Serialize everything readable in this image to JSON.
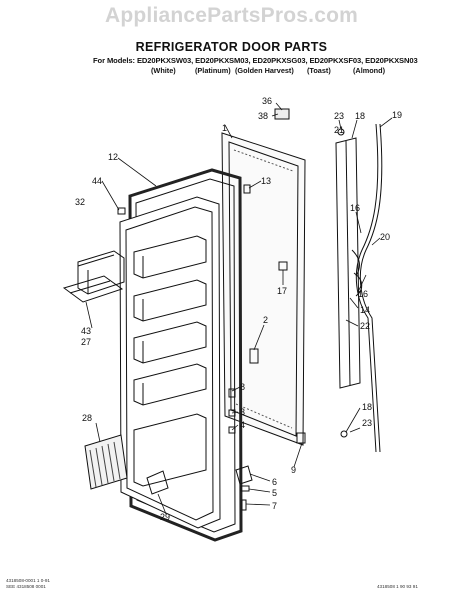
{
  "watermark": "AppliancePartsPros.com",
  "diagram": {
    "title": "REFRIGERATOR DOOR PARTS",
    "models_line": "For Models: ED20PKXSW03, ED20PKXSM03, ED20PKXSG03, ED20PKXSF03, ED20PKXSN03",
    "variants": [
      "(White)",
      "(Platinum)",
      "(Golden Harvest)",
      "(Toast)",
      "(Almond)"
    ]
  },
  "callouts": {
    "c36": "36",
    "c38": "38",
    "c1": "1",
    "c23a": "23",
    "c18a": "18",
    "c19": "19",
    "c21": "21",
    "c12": "12",
    "c13": "13",
    "c44": "44",
    "c32": "32",
    "c16a": "16",
    "c20": "20",
    "c17": "17",
    "c16b": "16",
    "c14": "14",
    "c22": "22",
    "c2": "2",
    "c43": "43",
    "c27": "27",
    "c8": "8",
    "c3": "3",
    "c4": "4",
    "c18b": "18",
    "c23b": "23",
    "c28": "28",
    "c9": "9",
    "c6": "6",
    "c5": "5",
    "c7": "7",
    "c29": "29"
  },
  "footer": {
    "left_code_1": "4318508-0001 1 0-91",
    "left_code_2": "SEE 4318508 0001",
    "right_code": "4318508 1 90 93 91"
  }
}
